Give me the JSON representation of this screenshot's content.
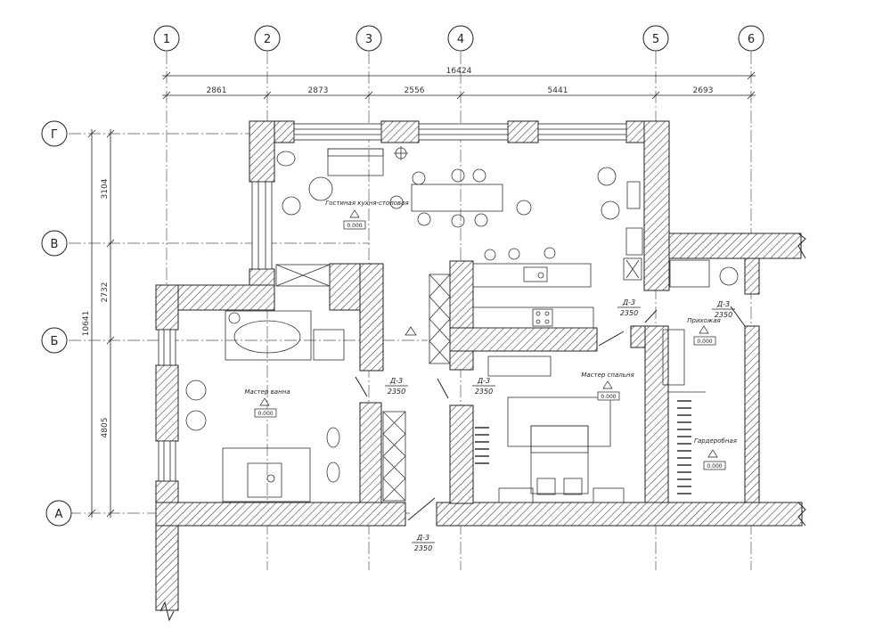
{
  "axes": {
    "vertical": [
      "1",
      "2",
      "3",
      "4",
      "5",
      "6"
    ],
    "horizontal": [
      "Г",
      "В",
      "Б",
      "А"
    ]
  },
  "dimensions": {
    "overall_horizontal": "16424",
    "horizontal_segments": [
      "2861",
      "2873",
      "2556",
      "5441",
      "2693"
    ],
    "overall_vertical": "10641",
    "vertical_segments": [
      "3104",
      "2732",
      "4805"
    ]
  },
  "rooms": [
    {
      "name": "Гостиная кухня-столовая",
      "level": "0.000"
    },
    {
      "name": "Мастер ванна",
      "level": "0.000"
    },
    {
      "name": "Мастер спальня",
      "level": "0.000"
    },
    {
      "name": "Прихожая",
      "level": "0.000"
    },
    {
      "name": "Гардеробная",
      "level": "0.000"
    }
  ],
  "doors": [
    {
      "type": "Д-3",
      "height": "2350"
    },
    {
      "type": "Д-3",
      "height": "2350"
    },
    {
      "type": "Д-3",
      "height": "2350"
    },
    {
      "type": "Д-3",
      "height": "2350"
    }
  ],
  "level_mark_symbol": "1",
  "colors": {
    "line": "#222222",
    "hatch": "#333333",
    "background": "#ffffff"
  }
}
